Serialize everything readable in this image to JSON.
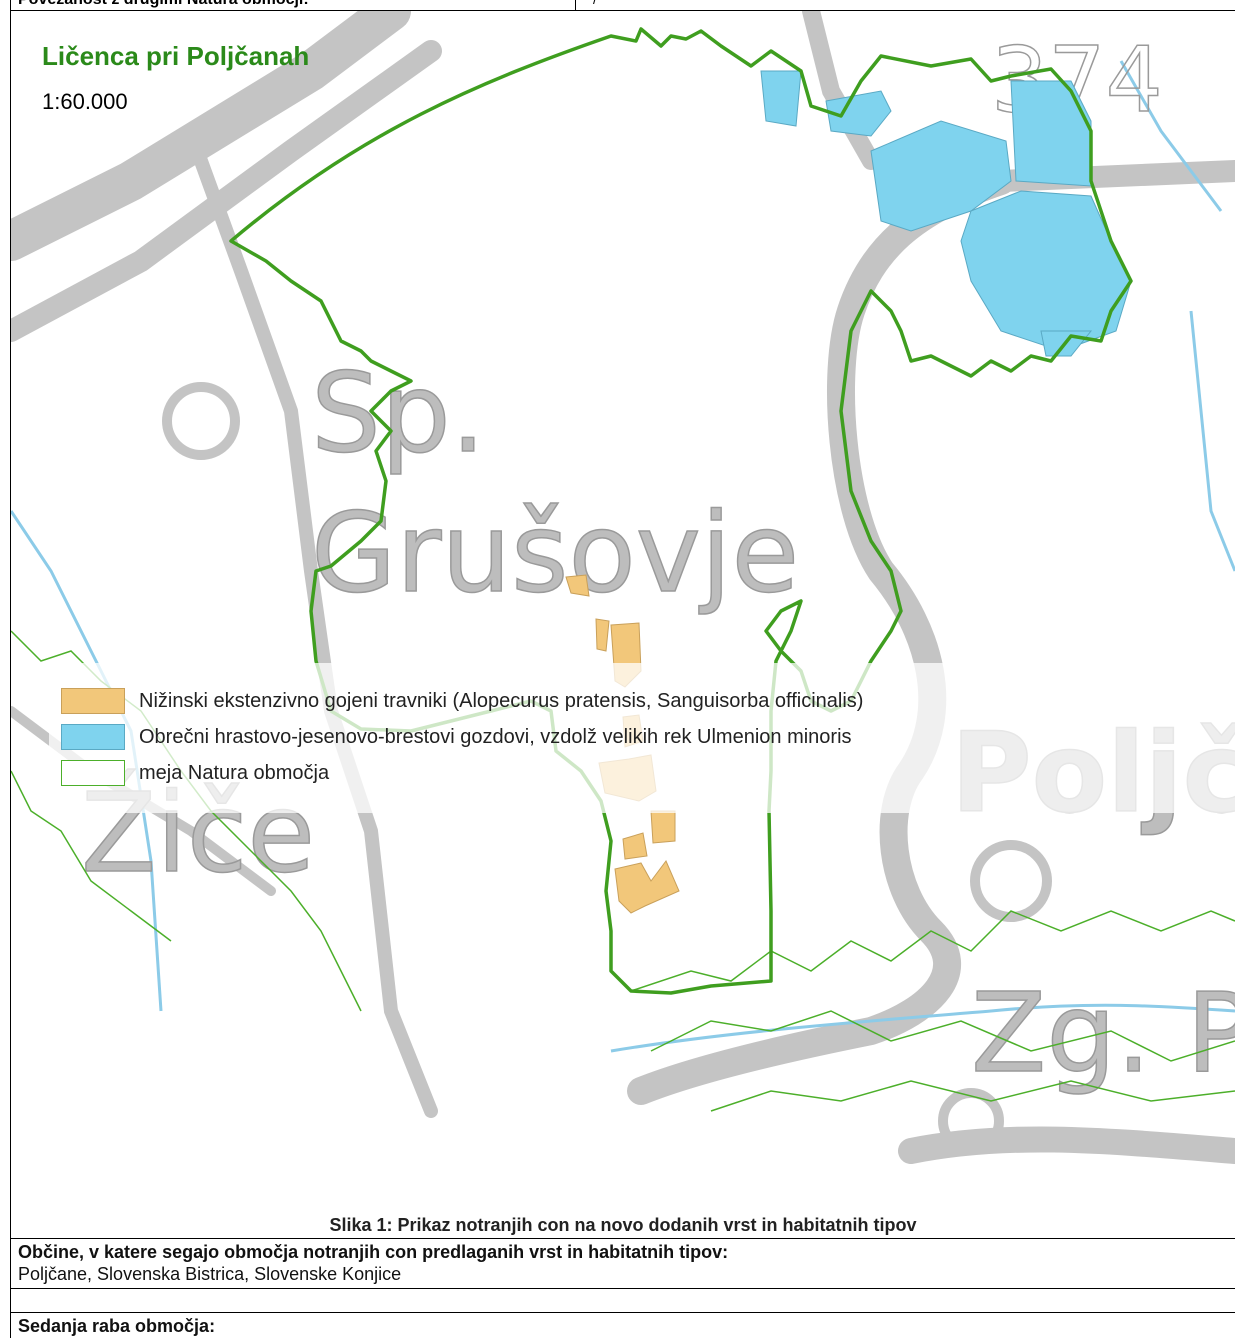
{
  "header_row": {
    "label": "Povezanost z drugimi Natura območji:",
    "value": "/"
  },
  "map": {
    "title": "Ličenca pri Poljčanah",
    "scale": "1:60.000",
    "place_names": [
      {
        "text": "Sp."
      },
      {
        "text": "Grušovje"
      },
      {
        "text": "Žiče"
      },
      {
        "text": "Poljč"
      },
      {
        "text": "Zg. Po"
      },
      {
        "text": "374"
      }
    ],
    "legend": [
      {
        "label": "Nižinski ekstenzivno gojeni travniki (Alopecurus pratensis, Sanguisorba officinalis)",
        "fill": "#f2c77a",
        "stroke": "#c9a05a"
      },
      {
        "label": "Obrečni hrastovo-jesenovo-brestovi gozdovi, vzdolž velikih rek Ulmenion minoris",
        "fill": "#7fd3ee",
        "stroke": "#5aa9c4"
      },
      {
        "label": "meja Natura območja",
        "fill": "#ffffff",
        "stroke": "#4caf2a"
      }
    ],
    "colors": {
      "boundary": "#3f9e1f",
      "natura_thin": "#4caf2a",
      "road": "#bdbdbd",
      "water": "#7fc8e8",
      "label_gray": "#9e9e9e"
    }
  },
  "caption": "Slika 1: Prikaz notranjih con na novo dodanih vrst in habitatnih tipov",
  "municipalities": {
    "heading": "Občine, v katere segajo območja notranjih con predlaganih vrst in habitatnih tipov:",
    "value": "Poljčane, Slovenska Bistrica, Slovenske Konjice"
  },
  "current_use": {
    "heading": "Sedanja raba območja:"
  }
}
